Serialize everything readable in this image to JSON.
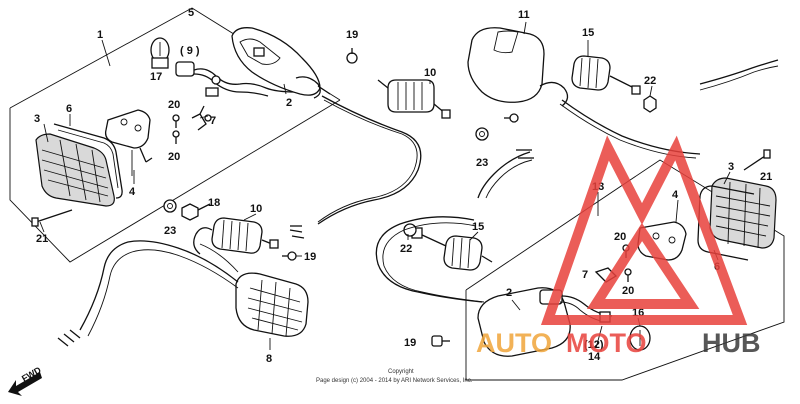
{
  "callouts": {
    "p1": "1",
    "p2a": "2",
    "p2b": "2",
    "p3a": "3",
    "p3b": "3",
    "p4a": "4",
    "p4b": "4",
    "p5": "5",
    "p6a": "6",
    "p6b": "6",
    "p7a": "7",
    "p7b": "7",
    "p8": "8",
    "p9": "( 9 )",
    "p10a": "10",
    "p10b": "10",
    "p11": "11",
    "p12": "(12)",
    "p13": "13",
    "p14": "14",
    "p15a": "15",
    "p15b": "15",
    "p16": "16",
    "p17": "17",
    "p18": "18",
    "p19a": "19",
    "p19b": "19",
    "p19c": "19",
    "p20a": "20",
    "p20b": "20",
    "p20c": "20",
    "p20d": "20",
    "p21a": "21",
    "p21b": "21",
    "p22a": "22",
    "p22b": "22",
    "p23a": "23",
    "p23b": "23"
  },
  "fwd_label": "FWD",
  "copyright": {
    "line1": "Copyright",
    "line2": "Page design (c) 2004 - 2014 by ARI Network Services, Inc."
  },
  "watermark": {
    "part1": "AUTO",
    "part2": "MOTO",
    "part3": "HUB",
    "color_red": "#e8413c",
    "color_orange": "#f0a53a",
    "color_dark": "#3a3a3a"
  }
}
